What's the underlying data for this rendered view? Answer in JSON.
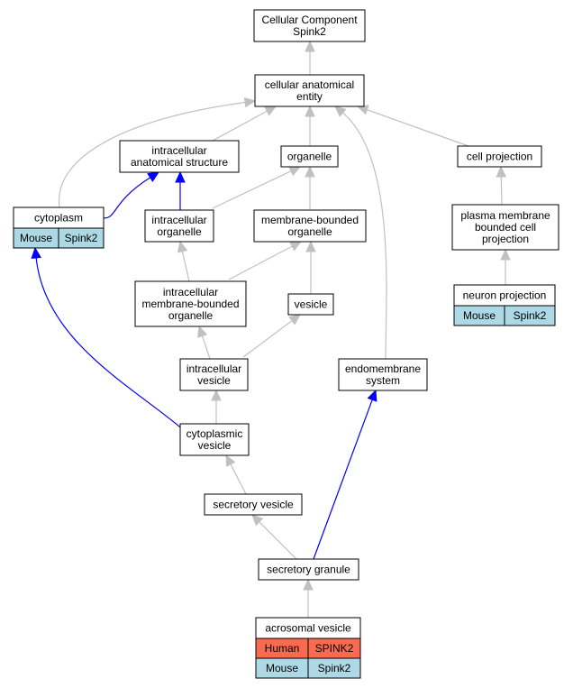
{
  "colors": {
    "gray_edge": "#c0c0c0",
    "blue_edge": "#0000ff",
    "mouse_fill": "#add8e6",
    "human_fill": "#fa6a50",
    "node_border": "#000000"
  },
  "nodes": {
    "cc": {
      "lines": [
        "Cellular Component",
        "Spink2"
      ]
    },
    "cae": {
      "lines": [
        "cellular anatomical",
        "entity"
      ]
    },
    "ias": {
      "lines": [
        "intracellular",
        "anatomical structure"
      ]
    },
    "organelle": {
      "lines": [
        "organelle"
      ]
    },
    "cellproj": {
      "lines": [
        "cell projection"
      ]
    },
    "cytoplasm": {
      "lines": [
        "cytoplasm"
      ]
    },
    "io": {
      "lines": [
        "intracellular",
        "organelle"
      ]
    },
    "mbo": {
      "lines": [
        "membrane-bounded",
        "organelle"
      ]
    },
    "pmbcp": {
      "lines": [
        "plasma membrane",
        "bounded cell",
        "projection"
      ]
    },
    "imbo": {
      "lines": [
        "intracellular",
        "membrane-bounded",
        "organelle"
      ]
    },
    "vesicle": {
      "lines": [
        "vesicle"
      ]
    },
    "neuronproj": {
      "lines": [
        "neuron projection"
      ]
    },
    "iv": {
      "lines": [
        "intracellular",
        "vesicle"
      ]
    },
    "es": {
      "lines": [
        "endomembrane",
        "system"
      ]
    },
    "cv": {
      "lines": [
        "cytoplasmic",
        "vesicle"
      ]
    },
    "sv": {
      "lines": [
        "secretory vesicle"
      ]
    },
    "sg": {
      "lines": [
        "secretory granule"
      ]
    },
    "av": {
      "lines": [
        "acrosomal vesicle"
      ]
    }
  },
  "annotations": {
    "cytoplasm": [
      {
        "species": "Mouse",
        "gene": "Spink2",
        "kind": "mouse"
      }
    ],
    "neuronproj": [
      {
        "species": "Mouse",
        "gene": "Spink2",
        "kind": "mouse"
      }
    ],
    "av": [
      {
        "species": "Human",
        "gene": "SPINK2",
        "kind": "human"
      },
      {
        "species": "Mouse",
        "gene": "Spink2",
        "kind": "mouse"
      }
    ]
  },
  "edges": [
    {
      "from": "cae",
      "to": "cc",
      "color": "gray"
    },
    {
      "from": "ias",
      "to": "cae",
      "color": "gray"
    },
    {
      "from": "organelle",
      "to": "cae",
      "color": "gray"
    },
    {
      "from": "es",
      "to": "cae",
      "color": "gray"
    },
    {
      "from": "cellproj",
      "to": "cae",
      "color": "gray"
    },
    {
      "from": "cytoplasm",
      "to": "cae",
      "color": "gray"
    },
    {
      "from": "cytoplasm",
      "to": "ias",
      "color": "blue"
    },
    {
      "from": "io",
      "to": "ias",
      "color": "blue"
    },
    {
      "from": "io",
      "to": "organelle",
      "color": "gray"
    },
    {
      "from": "mbo",
      "to": "organelle",
      "color": "gray"
    },
    {
      "from": "pmbcp",
      "to": "cellproj",
      "color": "gray"
    },
    {
      "from": "imbo",
      "to": "io",
      "color": "gray"
    },
    {
      "from": "imbo",
      "to": "mbo",
      "color": "gray"
    },
    {
      "from": "vesicle",
      "to": "mbo",
      "color": "gray"
    },
    {
      "from": "neuronproj",
      "to": "pmbcp",
      "color": "gray"
    },
    {
      "from": "iv",
      "to": "imbo",
      "color": "gray"
    },
    {
      "from": "iv",
      "to": "vesicle",
      "color": "gray"
    },
    {
      "from": "cv",
      "to": "iv",
      "color": "gray"
    },
    {
      "from": "cv",
      "to": "cytoplasm",
      "color": "blue"
    },
    {
      "from": "sv",
      "to": "cv",
      "color": "gray"
    },
    {
      "from": "sg",
      "to": "sv",
      "color": "gray"
    },
    {
      "from": "sg",
      "to": "es",
      "color": "blue"
    },
    {
      "from": "av",
      "to": "sg",
      "color": "gray"
    }
  ]
}
